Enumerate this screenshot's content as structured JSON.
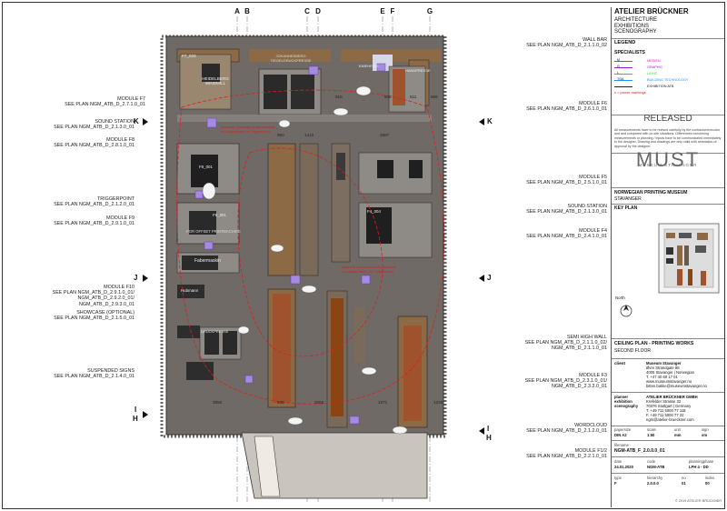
{
  "grid_letters": [
    "A",
    "B",
    "C",
    "D",
    "E",
    "F",
    "G"
  ],
  "section_markers": {
    "k": "K",
    "j": "J",
    "i": "I",
    "h": "H"
  },
  "left_labels": [
    {
      "lines": [
        "MODULE F7",
        "SEE PLAN NGM_ATB_D_2.7.1.0_01"
      ]
    },
    {
      "lines": [
        "SOUND STATION",
        "SEE PLAN NGM_ATB_D_2.1.3.0_01"
      ]
    },
    {
      "lines": [
        "MODULE F8",
        "SEE PLAN NGM_ATB_D_2.8.1.0_01"
      ]
    },
    {
      "lines": [
        "TRIGGERPOINT",
        "SEE PLAN NGM_ATB_D_2.1.2.0_01"
      ]
    },
    {
      "lines": [
        "MODULE F9",
        "SEE PLAN NGM_ATB_D_2.9.1.0_01"
      ]
    },
    {
      "lines": [
        "MODULE F10",
        "SEE PLAN NGM_ATB_D_2.9.1.0_01/",
        "NGM_ATB_D_2.9.2.0_01/",
        "NGM_ATB_D_2.9.3.0_01"
      ]
    },
    {
      "lines": [
        "SHOWCASE (OPTIONAL)",
        "SEE PLAN NGM_ATB_D_2.1.5.0_01"
      ]
    },
    {
      "lines": [
        "SUSPENDED SIGNS",
        "SEE PLAN NGM_ATB_D_2.1.4.0_01"
      ]
    }
  ],
  "right_labels": [
    {
      "lines": [
        "WALL BAR",
        "SEE PLAN NGM_ATB_D_2.1.1.0_02"
      ]
    },
    {
      "lines": [
        "MODULE F6",
        "SEE PLAN NGM_ATB_D_2.6.1.0_01"
      ]
    },
    {
      "lines": [
        "MODULE F5",
        "SEE PLAN NGM_ATB_D_2.5.1.0_01"
      ]
    },
    {
      "lines": [
        "SOUND STATION",
        "SEE PLAN NGM_ATB_D_2.1.3.0_01"
      ]
    },
    {
      "lines": [
        "MODULE F4",
        "SEE PLAN NGM_ATB_D_2.4.1.0_01"
      ]
    },
    {
      "lines": [
        "SEMI HIGH WALL",
        "SEE PLAN NGM_ATB_D_2.1.1.0_02/",
        "NGM_ATB_D_2.1.1.0_01"
      ]
    },
    {
      "lines": [
        "MODULE F3",
        "SEE PLAN NGM_ATB_D_2.3.1.0_01/",
        "NGM_ATB_D_2.3.2.0_01"
      ]
    },
    {
      "lines": [
        "WORDCLOUD",
        "SEE PLAN NGM_ATB_D_2.1.2.0_01"
      ]
    },
    {
      "lines": [
        "MODULE F1/2",
        "SEE PLAN NGM_ATB_D_2.2.1.0_01"
      ]
    }
  ],
  "plan_texts": {
    "f7": "F7_003",
    "johannesberg": "JOHANNESBERG TIEGELDRUCKPRESSE",
    "heidelberg": "HEIDELBERG WINDMILL",
    "kniehebel": "KNIEHEBEL",
    "handpresse": "HANDPRESSE",
    "f8": "F8_001",
    "f9": "F9_001",
    "f4": "F4_004",
    "fabermaskin": "Fabermaskin",
    "hubmann": "Hubmann",
    "druckpresse": "DRUCKPRESSE",
    "offset": "FOR OFFSET PRINTMACHINE",
    "machine_note_1": "Machine Sound as audio possible on loudspeaker in Triggerpoint",
    "machine_note_2": "Machine Sound as audio possible on loudspeaker nex Triggerpoint",
    "dims": [
      "3850",
      "935",
      "2068",
      "1371",
      "1228",
      "1410",
      "960",
      "2587",
      "815",
      "600",
      "611",
      "886",
      "4534",
      "3436",
      "2473",
      "2262",
      "5440",
      "960",
      "3800",
      "8990",
      "1800"
    ]
  },
  "title_block": {
    "company": "ATELIER BRÜCKNER",
    "disciplines": [
      "ARCHITECTURE",
      "EXHIBITIONS",
      "SCENOGRAPHY"
    ],
    "legend_title": "LEGEND",
    "specialists_title": "SPECIALISTS",
    "legend_items": [
      {
        "code": "M",
        "label": "MEDIEN",
        "color": "#d81bb5"
      },
      {
        "code": "G",
        "label": "GRAPHIC",
        "color": "#8b1fd1"
      },
      {
        "code": "L",
        "label": "LIGHT",
        "color": "#2ecc40"
      },
      {
        "code": "TGA",
        "label": "BUILDING TECHNOLOGY",
        "color": "#1e90ff"
      },
      {
        "code": "",
        "label": "EXHIBITION ATB",
        "color": "#222222"
      }
    ],
    "power_markings": "x = power markings",
    "status": "RELEASED",
    "disclaimer": "All measurements have to be revised carefully by the contractor/executor and and compared with on-site situations. Differences concerning measurements or planning / inputs have to be communicated immediately to the designer. Drawing and drawings are only valid with annotation of approval by the designer.",
    "logo_text": "MUST",
    "logo_sub": "MUSEUM STAVANGER",
    "project_name": "NORWEGIAN PRINTING MUSEUM",
    "project_city": "STAVANGER",
    "key_plan_title": "KEY PLAN",
    "north_label": "North",
    "drawing_title": "CEILING PLAN -  PRINTING WORKS",
    "floor": "SECOND FLOOR",
    "client_label": "client",
    "client_lines": [
      "Museum Stavanger",
      "Øvre Strandgate 88",
      "4005 Stavanger | Norwegian",
      "T. +47 40 60 17 01",
      "www.museumstavanger.no",
      "bitten.bakke@museumstavanger.no"
    ],
    "planner_label": "planner exhibition scenography",
    "planner_lines": [
      "ATELIER BRÜCKNER GMBH",
      "Krefelder Strasse 32",
      "70376 Stuttgart | Germany",
      "T. +49 711 5000 77 118",
      "F. +49 711 5000 77 22",
      "ngm@atelier-brueckner.com"
    ],
    "meta_headers_1": [
      "papersize",
      "scale",
      "unit",
      "sign"
    ],
    "meta_values_1": [
      "DIN A2",
      "1:50",
      "mm",
      "sm"
    ],
    "filename_label": "filename",
    "filename": "NGM-ATB_F_2.0.0.0_01",
    "meta_headers_2": [
      "date",
      "code",
      "planningphase"
    ],
    "meta_values_2": [
      "24.01.2020",
      "NGM-ATB",
      "LPH 4 - DD"
    ],
    "meta_headers_3": [
      "type",
      "hierarchy",
      "no",
      "index"
    ],
    "meta_values_3": [
      "F",
      "2.0.0.0",
      "01",
      "00"
    ],
    "copyright": "© 2019 ATELIER BRÜCKNER"
  }
}
